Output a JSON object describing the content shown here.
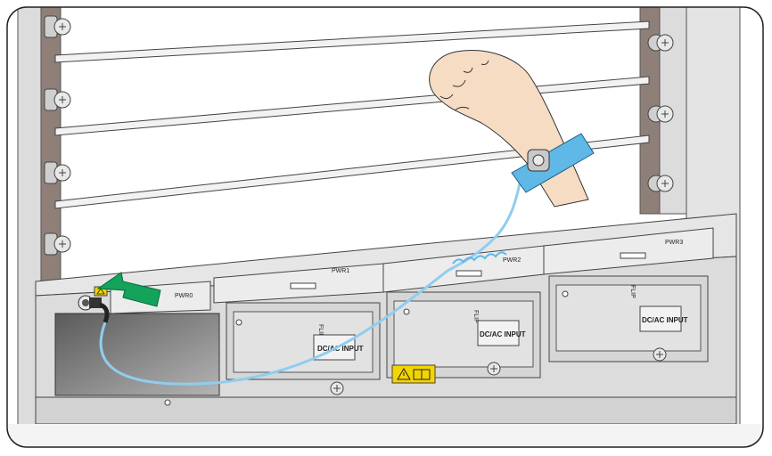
{
  "labels": {
    "pwr0": "PWR0",
    "pwr1": "PWR1",
    "pwr2": "PWR2",
    "pwr3": "PWR3",
    "flip": "FLIP",
    "dc_ac_input": "DC/AC INPUT"
  },
  "colors": {
    "strap_blue": "#5fb8e6",
    "cable_blue": "#8fcdef",
    "arrow_green": "#13a35a",
    "warning_yellow": "#f4d400",
    "skin": "#f6dcc3",
    "rail_brown": "#8e7f78",
    "chassis_gray": "#dcdcdc"
  },
  "icons": [
    "warning-icon",
    "manual-icon",
    "captive-screw-icon",
    "esd-wrist-strap-icon",
    "insert-arrow-icon"
  ]
}
